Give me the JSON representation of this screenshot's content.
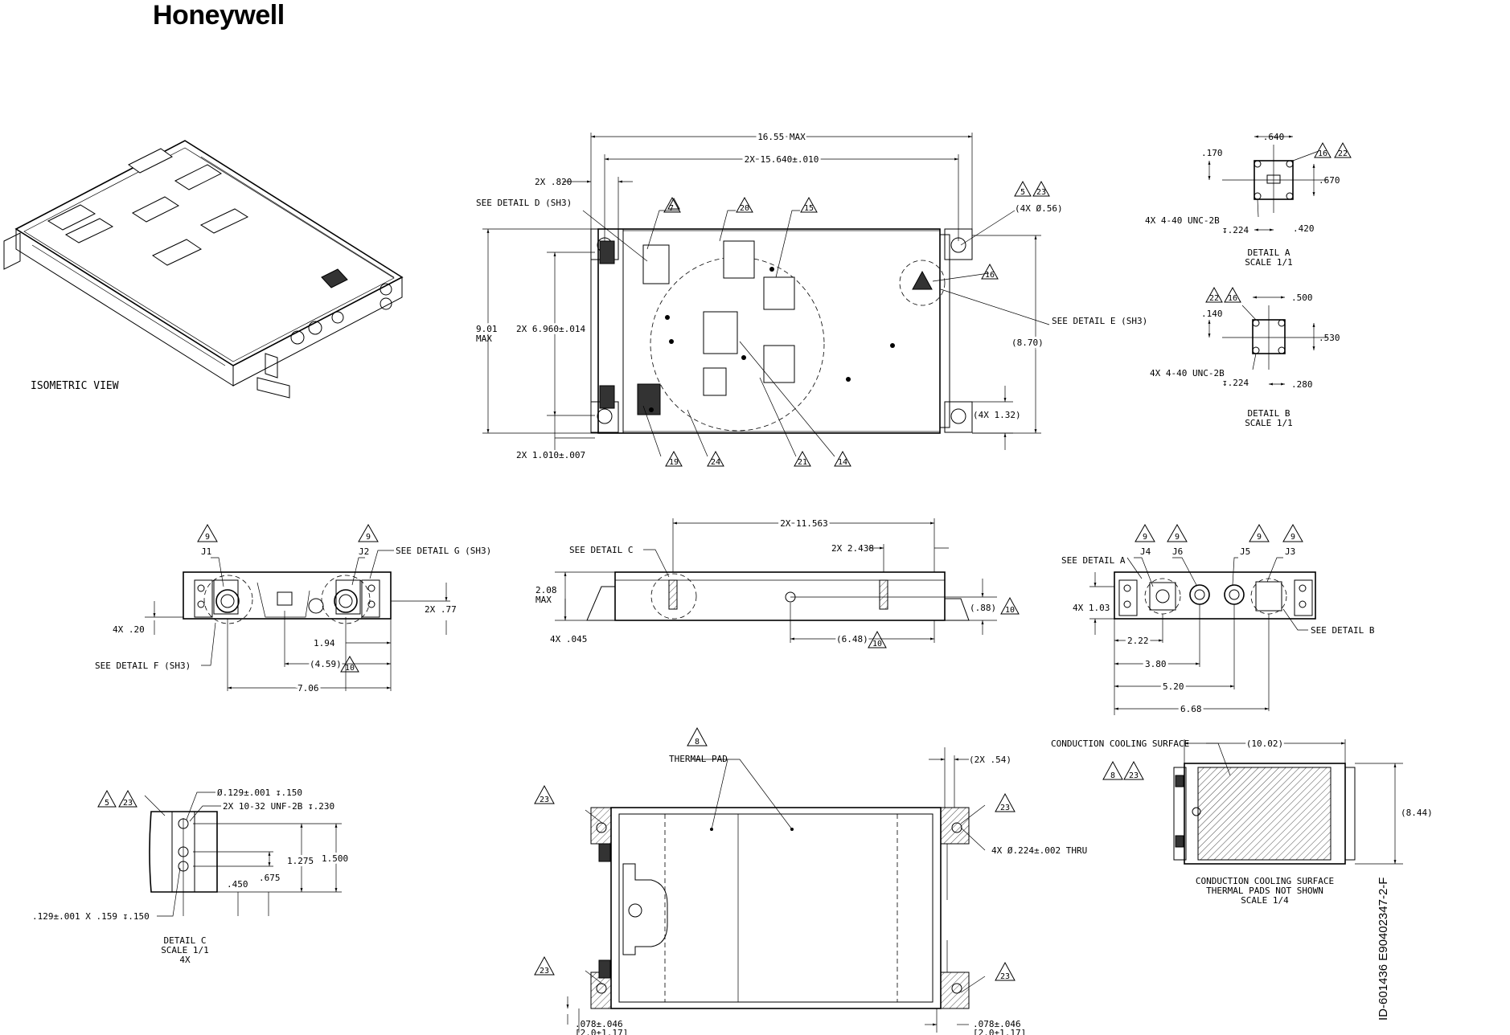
{
  "brand": "Honeywell",
  "document_id": "ID-601436   E90402347-2-F",
  "isometric": {
    "title": "ISOMETRIC VIEW"
  },
  "top_view": {
    "dims": {
      "overall_width": "16.55 MAX",
      "hole_spacing": "2X 15.640±.010",
      "edge_offset": "2X .820",
      "height": "9.01",
      "height_max": "MAX",
      "hole_vertical": "2X 6.960±.014",
      "bottom_offset": "2X 1.010±.007",
      "ref_height": "(8.70)",
      "foot_height": "(4X 1.32)",
      "hole_dia": "(4X Ø.56)"
    },
    "notes": {
      "see_detail_d": "SEE DETAIL  D (SH3)",
      "see_detail_e": "SEE DETAIL  E (SH3)"
    },
    "flags": [
      "7",
      "20",
      "15",
      "5",
      "23",
      "16",
      "19",
      "24",
      "21",
      "14"
    ]
  },
  "detail_a": {
    "dims": {
      "width": ".640",
      "offset": ".170",
      "height": ".670",
      "right": ".420",
      "thread": "4X 4-40 UNC-2B",
      "depth": "↧.224"
    },
    "flags": [
      "16",
      "22"
    ],
    "title": "DETAIL  A",
    "scale": "SCALE  1/1"
  },
  "detail_b": {
    "dims": {
      "width": ".500",
      "offset": ".140",
      "height": ".530",
      "right": ".280",
      "thread": "4X 4-40 UNC-2B",
      "depth": "↧.224"
    },
    "flags": [
      "22",
      "16"
    ],
    "title": "DETAIL  B",
    "scale": "SCALE  1/1"
  },
  "left_end_view": {
    "connectors": [
      "J1",
      "J2"
    ],
    "flags": [
      "9",
      "9",
      "10"
    ],
    "see_detail_g": "SEE DETAIL  G (SH3)",
    "see_detail_f": "SEE DETAIL  F (SH3)",
    "dims": {
      "foot": "4X .20",
      "right": "2X .77",
      "d1": "1.94",
      "d2": "(4.59)",
      "d3": "7.06"
    }
  },
  "side_view": {
    "see_detail_c": "SEE DETAIL  C",
    "flags": [
      "10",
      "10"
    ],
    "dims": {
      "length": "2X 11.563",
      "slot": "2X 2.438",
      "height": "2.08",
      "height_max": "MAX",
      "foot": "4X .045",
      "ref1": "(.88)",
      "ref2": "(6.48)"
    }
  },
  "right_end_view": {
    "connectors": [
      "J4",
      "J6",
      "J5",
      "J3"
    ],
    "flags": [
      "9",
      "9",
      "9",
      "9"
    ],
    "see_detail_a": "SEE DETAIL  A",
    "see_detail_b": "SEE DETAIL  B",
    "dims": {
      "h": "4X 1.03",
      "d1": "2.22",
      "d2": "3.80",
      "d3": "5.20",
      "d4": "6.68"
    }
  },
  "detail_c": {
    "dims": {
      "hole": "Ø.129±.001 ↧.150",
      "thread": "2X 10-32 UNF-2B ↧.230",
      "d1": "1.275",
      "d2": "1.500",
      "d3": ".450",
      "d4": ".675",
      "slot": ".129±.001 X .159 ↧.150"
    },
    "flags": [
      "5",
      "23"
    ],
    "title": "DETAIL  C",
    "scale": "SCALE  1/1",
    "qty": "4X"
  },
  "bottom_view": {
    "thermal_pad": "THERMAL PAD",
    "flags": [
      "8",
      "23",
      "23",
      "23",
      "23"
    ],
    "dims": {
      "tab": "(2X .54)",
      "hole": "4X Ø.224±.002 THRU",
      "edge_left": ".078±.046",
      "edge_left_mm": "[2.0±1.17]",
      "edge_right": ".078±.046",
      "edge_right_mm": "[2.0±1.17]"
    }
  },
  "cooling_view": {
    "label": "CONDUCTION COOLING SURFACE",
    "flags": [
      "8",
      "23"
    ],
    "dims": {
      "width": "(10.02)",
      "height": "(8.44)"
    },
    "caption1": "CONDUCTION COOLING SURFACE",
    "caption2": "THERMAL PADS NOT SHOWN",
    "scale": "SCALE  1/4"
  }
}
